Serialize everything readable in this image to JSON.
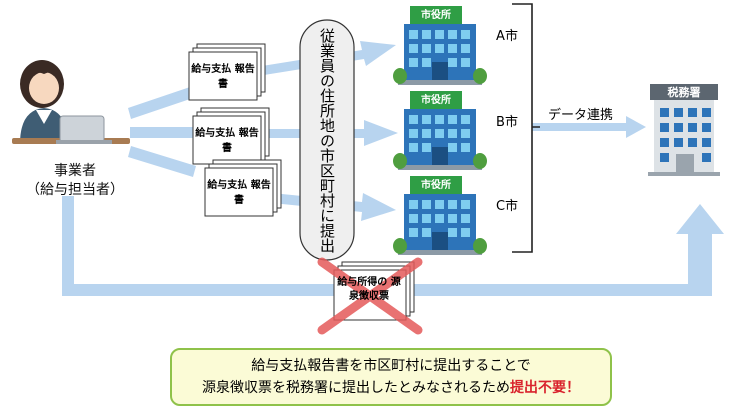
{
  "employer": {
    "label": "事業者\n（給与担当者）"
  },
  "documents": [
    {
      "label": "給与支払\n報告書"
    },
    {
      "label": "給与支払\n報告書"
    },
    {
      "label": "給与支払\n報告書"
    }
  ],
  "submit_label": "従業員の住所地の市区町村に提出",
  "cities": [
    {
      "name": "A市",
      "sign": "市役所"
    },
    {
      "name": "B市",
      "sign": "市役所"
    },
    {
      "name": "C市",
      "sign": "市役所"
    }
  ],
  "data_link_label": "データ連携",
  "tax_office": {
    "sign": "税務署"
  },
  "withholding_slip": {
    "label": "給与所得の\n源泉徴収票"
  },
  "note": {
    "line1": "給与支払報告書を市区町村に提出することで",
    "line2_prefix": "源泉徴収票を税務署に提出したとみなされるため",
    "line2_highlight": "提出不要！"
  },
  "colors": {
    "arrow": "#b8d4ef",
    "building_body": "#2d74b9",
    "window": "#7fcdf0",
    "sign_green": "#2f9e45",
    "tax_sign": "#5c6670",
    "cross": "#e45a5a",
    "note_bg": "#fbfbd6",
    "note_border": "#8fc24a",
    "highlight": "#d9232d"
  }
}
